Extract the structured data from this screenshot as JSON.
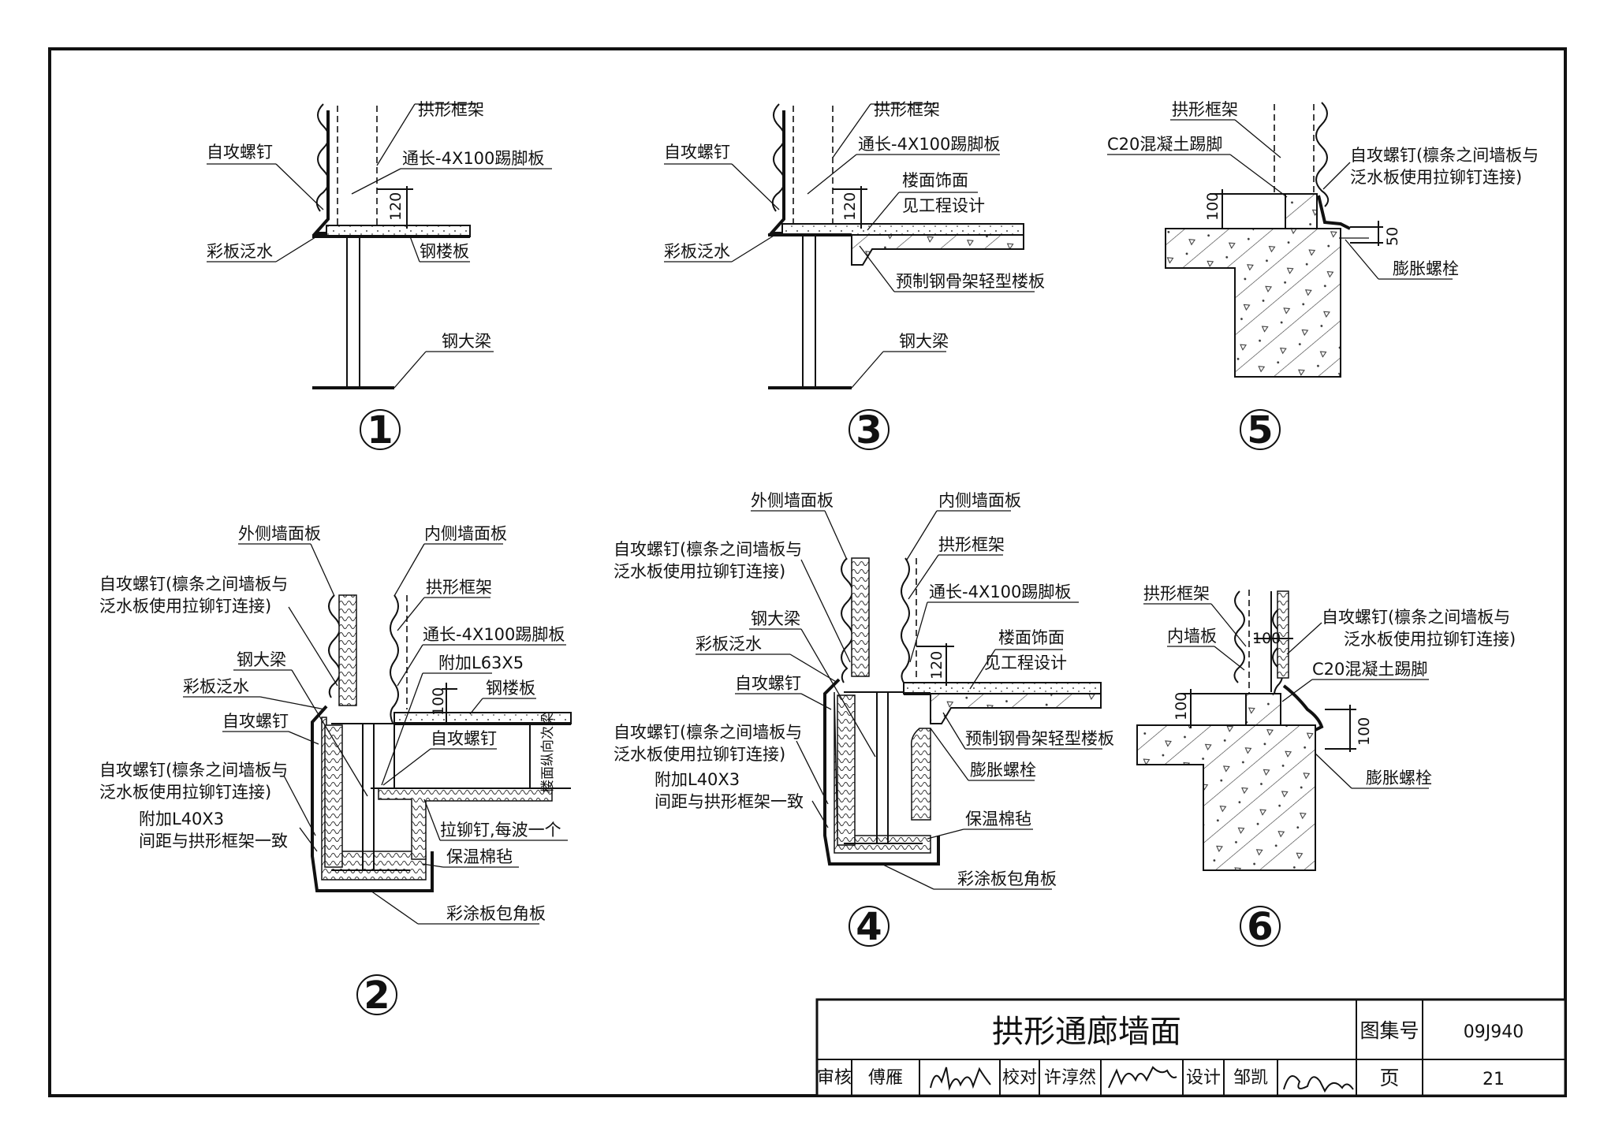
{
  "titleblock": {
    "title": "拱形通廊墙面",
    "atlas_label": "图集号",
    "atlas_no": "09J940",
    "page_label": "页",
    "page_no": "21",
    "review_label": "审核",
    "reviewer": "傅雁",
    "check_label": "校对",
    "checker": "许淳然",
    "design_label": "设计",
    "designer": "邹凯"
  },
  "details": {
    "d1": {
      "number": "1",
      "labels": {
        "frame": "拱形框架",
        "screw": "自攻螺钉",
        "kick": "通长-4X100踢脚板",
        "flash": "彩板泛水",
        "deck": "钢楼板",
        "girder": "钢大梁"
      },
      "dim": "120"
    },
    "d3": {
      "number": "3",
      "labels": {
        "frame": "拱形框架",
        "screw": "自攻螺钉",
        "kick": "通长-4X100踢脚板",
        "finish1": "楼面饰面",
        "finish2": "见工程设计",
        "flash": "彩板泛水",
        "precast": "预制钢骨架轻型楼板",
        "girder": "钢大梁"
      },
      "dim": "120"
    },
    "d5": {
      "number": "5",
      "labels": {
        "frame": "拱形框架",
        "c20": "C20混凝土踢脚",
        "screw1": "自攻螺钉(檩条之间墙板与",
        "screw2": "泛水板使用拉铆钉连接)",
        "bolt": "膨胀螺栓"
      },
      "dim_a": "100",
      "dim_b": "50"
    },
    "d2": {
      "number": "2",
      "labels": {
        "outer": "外侧墙面板",
        "inner": "内侧墙面板",
        "screwA1": "自攻螺钉(檩条之间墙板与",
        "screwA2": "泛水板使用拉铆钉连接)",
        "frame": "拱形框架",
        "kick": "通长-4X100踢脚板",
        "girder": "钢大梁",
        "angle63": "附加L63X5",
        "flash": "彩板泛水",
        "deck": "钢楼板",
        "screwB": "自攻螺钉",
        "screwC": "自攻螺钉",
        "screwD1": "自攻螺钉(檩条之间墙板与",
        "screwD2": "泛水板使用拉铆钉连接)",
        "angle40": "附加L40X3",
        "spacing": "间距与拱形框架一致",
        "rivet": "拉铆钉,每波一个",
        "wool": "保温棉毡",
        "corner": "彩涂板包角板",
        "vertical": "楼面纵向次梁"
      },
      "dim": "100"
    },
    "d4": {
      "number": "4",
      "labels": {
        "outer": "外侧墙面板",
        "inner": "内侧墙面板",
        "screwA1": "自攻螺钉(檩条之间墙板与",
        "screwA2": "泛水板使用拉铆钉连接)",
        "frame": "拱形框架",
        "kick": "通长-4X100踢脚板",
        "girder": "钢大梁",
        "finish1": "楼面饰面",
        "finish2": "见工程设计",
        "flash": "彩板泛水",
        "screwB": "自攻螺钉",
        "screwD1": "自攻螺钉(檩条之间墙板与",
        "screwD2": "泛水板使用拉铆钉连接)",
        "precast": "预制钢骨架轻型楼板",
        "angle40": "附加L40X3",
        "spacing": "间距与拱形框架一致",
        "bolt": "膨胀螺栓",
        "wool": "保温棉毡",
        "corner": "彩涂板包角板"
      },
      "dim": "120"
    },
    "d6": {
      "number": "6",
      "labels": {
        "frame": "拱形框架",
        "inner": "内墙板",
        "screw1": "自攻螺钉(檩条之间墙板与",
        "screw2": "泛水板使用拉铆钉连接)",
        "c20": "C20混凝土踢脚",
        "bolt": "膨胀螺栓"
      },
      "dim_a": "100",
      "dim_b": "100",
      "dim_c": "100"
    }
  }
}
